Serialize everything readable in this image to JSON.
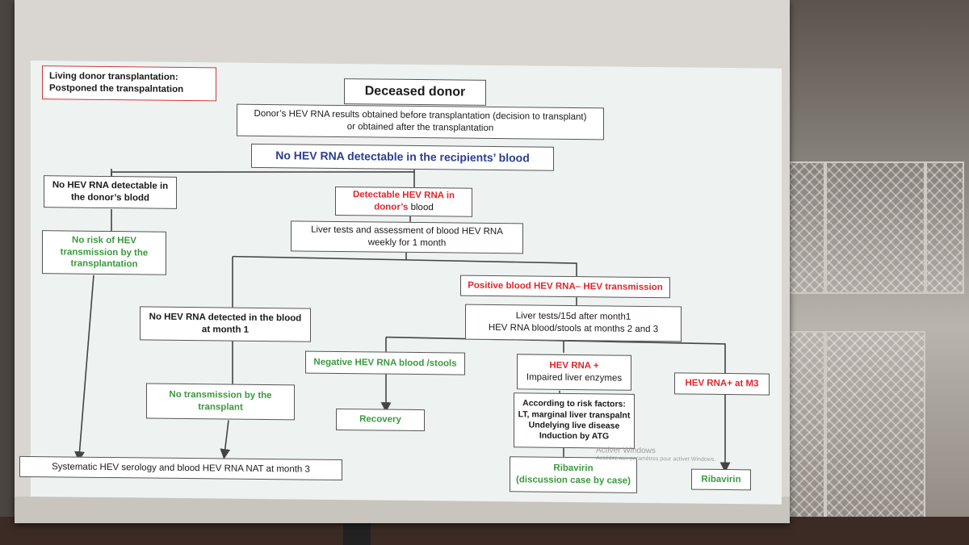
{
  "living_donor": {
    "line1": "Living donor transplantation:",
    "line2": "Postponed the transpalntation"
  },
  "deceased_donor": "Deceased donor",
  "donor_results": {
    "line1": "Donor’s HEV RNA results obtained before transplantation (decision to transplant)",
    "line2": "or obtained after the transplantation"
  },
  "no_hev_recipients": "No HEV RNA detectable in the recipients’ blood",
  "no_hev_donor": {
    "line1": "No HEV RNA detectable in",
    "line2": "the donor’s blodd"
  },
  "detectable_hev": {
    "line1": "Detectable HEV RNA in",
    "line2_red": "donor’s",
    "line2_black": " blood"
  },
  "liver_tests_weekly": {
    "line1": "Liver tests and assessment of blood HEV RNA",
    "line2": "weekly for 1 month"
  },
  "no_risk": {
    "line1": "No risk of HEV",
    "line2": "transmission by the",
    "line3": "transplantation"
  },
  "positive_blood": "Positive blood HEV RNA– HEV transmission",
  "liver_tests_15d": {
    "line1": "Liver tests/15d after month1",
    "line2": "HEV RNA blood/stools  at months 2 and 3"
  },
  "no_hev_month1": {
    "line1": "No HEV RNA detected in the blood",
    "line2": "at month 1"
  },
  "negative_hev": "Negative HEV RNA blood /stools",
  "hev_rna_plus": {
    "line1": "HEV RNA +",
    "line2": "Impaired liver enzymes"
  },
  "hev_m3": "HEV RNA+ at M3",
  "no_transmission": {
    "line1": "No transmission by the",
    "line2": "transplant"
  },
  "recovery": "Recovery",
  "risk_factors": {
    "line1": "According to risk factors:",
    "line2": "LT, marginal liver transpalnt",
    "line3": "Undelying live disease",
    "line4": "Induction by ATG"
  },
  "systematic": "Systematic HEV serology and blood HEV RNA NAT at month 3",
  "ribavirin_case": {
    "line1": "Ribavirin",
    "line2": "(discussion case by case)"
  },
  "ribavirin": "Ribavirin",
  "watermark": {
    "line1": "Activer Windows",
    "line2": "Accédez aux paramètres pour activer Windows."
  }
}
